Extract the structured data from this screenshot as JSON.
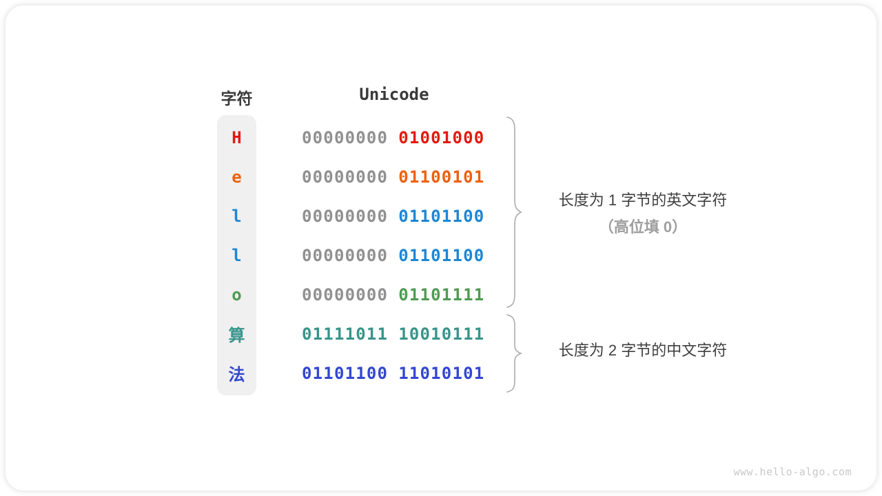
{
  "figure": {
    "watermark": "www.hello-algo.com"
  },
  "table": {
    "headers": {
      "char": "字符",
      "unicode": "Unicode"
    },
    "rows": [
      {
        "char": "H",
        "char_color": "#E2190F",
        "bytes": [
          {
            "text": "00000000",
            "color": "#909090"
          },
          {
            "text": "01001000",
            "color": "#E2190F"
          }
        ]
      },
      {
        "char": "e",
        "char_color": "#ED600C",
        "bytes": [
          {
            "text": "00000000",
            "color": "#909090"
          },
          {
            "text": "01100101",
            "color": "#ED600C"
          }
        ]
      },
      {
        "char": "l",
        "char_color": "#1C86D5",
        "bytes": [
          {
            "text": "00000000",
            "color": "#909090"
          },
          {
            "text": "01101100",
            "color": "#1C86D5"
          }
        ]
      },
      {
        "char": "l",
        "char_color": "#1C86D5",
        "bytes": [
          {
            "text": "00000000",
            "color": "#909090"
          },
          {
            "text": "01101100",
            "color": "#1C86D5"
          }
        ]
      },
      {
        "char": "o",
        "char_color": "#4E9B51",
        "bytes": [
          {
            "text": "00000000",
            "color": "#909090"
          },
          {
            "text": "01101111",
            "color": "#4E9B51"
          }
        ]
      },
      {
        "char": "算",
        "char_color": "#38948A",
        "bytes": [
          {
            "text": "01111011",
            "color": "#38948A"
          },
          {
            "text": "10010111",
            "color": "#38948A"
          }
        ]
      },
      {
        "char": "法",
        "char_color": "#3347D1",
        "bytes": [
          {
            "text": "01101100",
            "color": "#3347D1"
          },
          {
            "text": "11010101",
            "color": "#3347D1"
          }
        ]
      }
    ]
  },
  "annotations": {
    "group1": {
      "line1": "长度为 1 字节的英文字符",
      "line2": "（高位填 0）"
    },
    "group2": {
      "line1": "长度为 2 字节的中文字符"
    }
  },
  "colors": {
    "header_text": "#3a3a3a",
    "grey_bits": "#909090",
    "char_column_bg": "#f0f0f0",
    "brace": "#ababab",
    "note_text": "#3f3f3f",
    "note_sub_text": "#9e9e9e",
    "watermark_text": "#c8c8c8"
  }
}
